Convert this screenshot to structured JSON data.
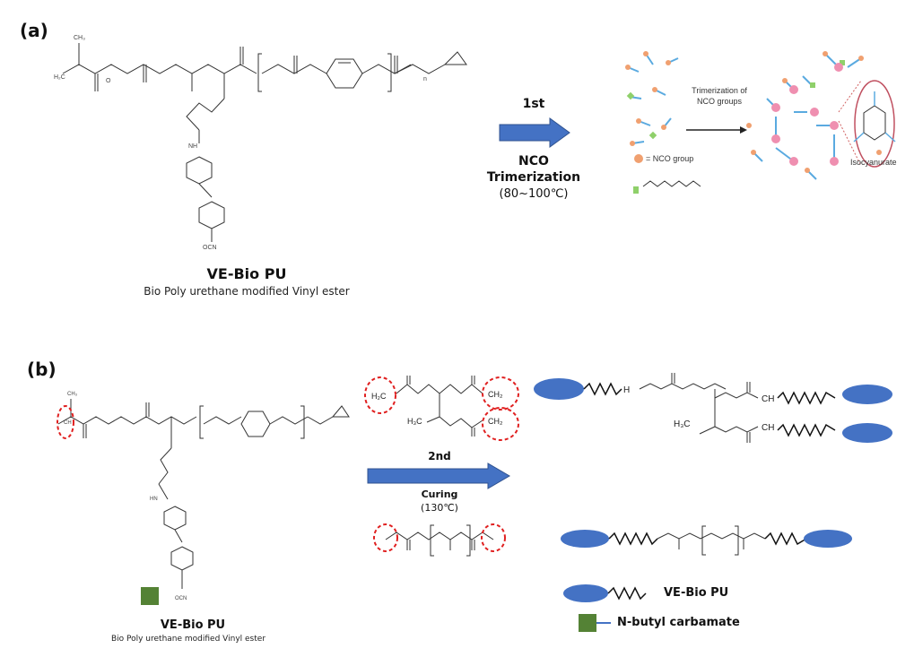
{
  "panel_a": {
    "label": "(a)",
    "arrow_step": "1st",
    "arrow_line1": "NCO",
    "arrow_line2": "Trimerization",
    "arrow_line3": "(80~100℃)",
    "caption_title": "VE-Bio PU",
    "caption_sub": "Bio Poly urethane modified Vinyl ester",
    "inset_arrow_label_1": "Trimerization of",
    "inset_arrow_label_2": "NCO groups",
    "inset_legend_nco": "= NCO group",
    "inset_isocyanurate": "Isocyanurate",
    "colors": {
      "arrow": "#4472c4",
      "nco": "#f0a070",
      "node": "#ef8fb0",
      "link": "#5aaae0",
      "carbamate": "#8fd06a"
    }
  },
  "panel_b": {
    "label": "(b)",
    "arrow_step": "2nd",
    "arrow_line1": "Curing",
    "arrow_line2": "(130℃)",
    "caption_title": "VE-Bio PU",
    "caption_sub": "Bio Poly urethane modified Vinyl ester",
    "legend": [
      {
        "text": "VE-Bio PU",
        "icon": "blue-ellipse-zigzag"
      },
      {
        "text": "N-butyl carbamate",
        "icon": "green-square"
      }
    ],
    "colors": {
      "arrow": "#4472c4",
      "ellipse": "#4472c4",
      "square": "#548235",
      "circle": "#e02020"
    }
  }
}
